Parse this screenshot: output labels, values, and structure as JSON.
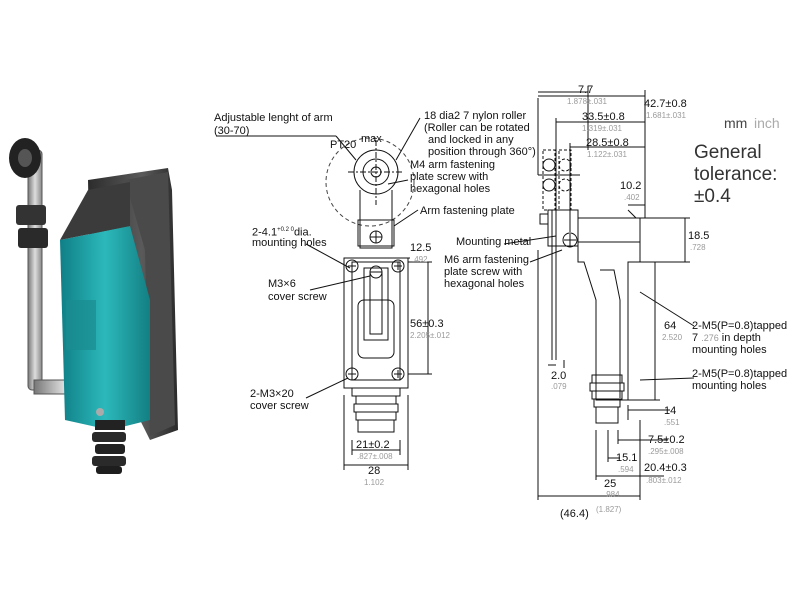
{
  "photo": {
    "label": "limit switch product photo"
  },
  "front_view": {
    "arm_label": "Adjustable lenght of arm",
    "arm_range": "(30-70)",
    "pt_label": "PT20",
    "deg_max": "max",
    "roller_line1": "18 dia2  7 nylon roller",
    "roller_line2": "(Roller can be rotated",
    "roller_line3": "and locked in any",
    "roller_line4": "position through 360°)",
    "m4_line1": "M4 arm fastening",
    "m4_line2": "plate screw with",
    "m4_line3": "hexagonal holes",
    "arm_plate": "Arm fastening plate",
    "mount_holes_prefix": "2-4.1",
    "mount_holes_tol": "+0.2 0",
    "mount_holes_suffix": "dia.",
    "mount_holes_line2": "mounting holes",
    "m3x6_line1": "M3×6",
    "m3x6_line2": "cover screw",
    "m3x20_line1": "2-M3×20",
    "m3x20_line2": "cover screw",
    "dim_12_5": "12.5",
    "dim_12_5_in": ".492",
    "dim_56": "56±0.3",
    "dim_56_in": "2.205±.012",
    "dim_21": "21±0.2",
    "dim_21_in": ".827±.008",
    "dim_28": "28",
    "dim_28_in": "1.102"
  },
  "side_view": {
    "dim_7_7": "7.7",
    "dim_7_7_in": "1.878±.031",
    "dim_42_7": "42.7±0.8",
    "dim_42_7_in": "1.681±.031",
    "dim_33_5": "33.5±0.8",
    "dim_33_5_in": "1.319±.031",
    "dim_28_5": "28.5±0.8",
    "dim_28_5_in": "1.122±.031",
    "dim_10_2": "10.2",
    "dim_10_2_in": ".402",
    "mounting_metal": "Mounting metal",
    "m6_line1": "M6 arm fastening",
    "m6_line2": "plate screw with",
    "m6_line3": "hexagonal holes",
    "dim_18_5": "18.5",
    "dim_18_5_in": ".728",
    "dim_64": "64",
    "dim_64_in": "2.520",
    "m5a_line1": "2-M5(P=0.8)tapped",
    "m5a_line2_a": "7",
    "m5a_line2_b": ".276",
    "m5a_line2_c": "in depth",
    "m5a_line3": "mounting holes",
    "m5b_line1": "2-M5(P=0.8)tapped",
    "m5b_line2": "mounting holes",
    "dim_2_0": "2.0",
    "dim_2_0_in": ".079",
    "dim_14": "14",
    "dim_14_in": ".551",
    "dim_7_5": "7.5±0.2",
    "dim_7_5_in": ".295±.008",
    "dim_15_1": "15.1",
    "dim_15_1_in": ".594",
    "dim_20_4": "20.4±0.3",
    "dim_20_4_in": ".803±.012",
    "dim_25": "25",
    "dim_25_in": ".984",
    "dim_46_4": "(46.4)",
    "dim_46_4_in": "(1.827)"
  },
  "legend": {
    "unit_mm": "mm",
    "unit_inch": "inch",
    "general": "General",
    "tolerance": "tolerance:",
    "tol_value": "±0.4"
  },
  "colors": {
    "body_teal": "#1fa3a6",
    "housing_dark": "#3a3a3a",
    "line": "#111111",
    "inch_gray": "#9a9a9a"
  }
}
